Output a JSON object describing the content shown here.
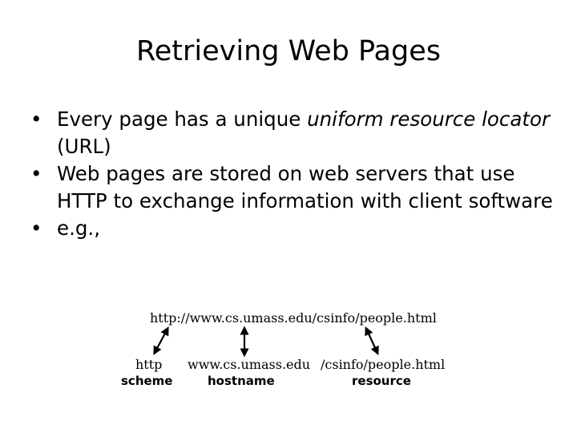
{
  "slide": {
    "title": "Retrieving Web Pages",
    "bullets": [
      {
        "segments": [
          {
            "text": "Every page has a unique ",
            "italic": false
          },
          {
            "text": "uniform resource locator",
            "italic": true
          },
          {
            "text": " (URL)",
            "italic": false
          }
        ]
      },
      {
        "segments": [
          {
            "text": "Web pages are stored on web servers that use HTTP to exchange information with client software",
            "italic": false
          }
        ]
      },
      {
        "segments": [
          {
            "text": "e.g.,",
            "italic": false
          }
        ]
      }
    ],
    "bullet_glyph": "•"
  },
  "diagram": {
    "url": "http://www.cs.umass.edu/csinfo/people.html",
    "parts": [
      {
        "value": "http",
        "label": "scheme"
      },
      {
        "value": "www.cs.umass.edu",
        "label": "hostname"
      },
      {
        "value": "/csinfo/people.html",
        "label": "resource"
      }
    ]
  }
}
